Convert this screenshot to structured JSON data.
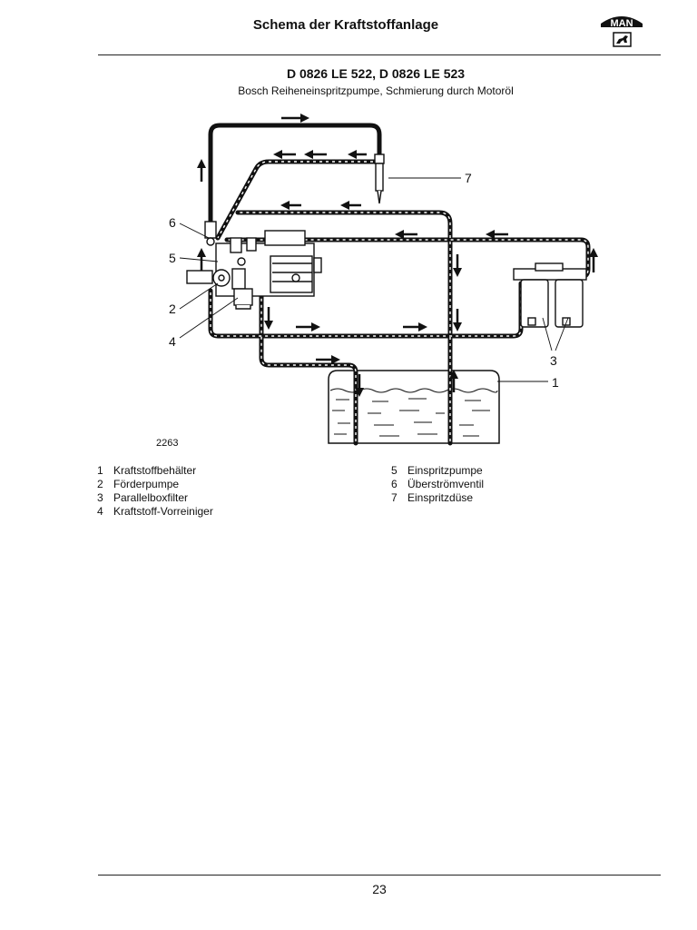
{
  "header": {
    "title": "Schema der Kraftstoffanlage",
    "logo_text": "MAN"
  },
  "diagram": {
    "model": "D 0826 LE 522, D 0826 LE 523",
    "subtitle": "Bosch Reiheneinspritzpumpe, Schmierung durch Motoröl",
    "figure_number": "2263",
    "callouts": [
      "1",
      "2",
      "3",
      "4",
      "5",
      "6",
      "7"
    ]
  },
  "legend": {
    "left": [
      {
        "num": "1",
        "label": "Kraftstoffbehälter"
      },
      {
        "num": "2",
        "label": "Förderpumpe"
      },
      {
        "num": "3",
        "label": "Parallelboxfilter"
      },
      {
        "num": "4",
        "label": "Kraftstoff-Vorreiniger"
      }
    ],
    "right": [
      {
        "num": "5",
        "label": "Einspritzpumpe"
      },
      {
        "num": "6",
        "label": "Überströmventil"
      },
      {
        "num": "7",
        "label": "Einspritzdüse"
      }
    ]
  },
  "footer": {
    "page_number": "23"
  }
}
